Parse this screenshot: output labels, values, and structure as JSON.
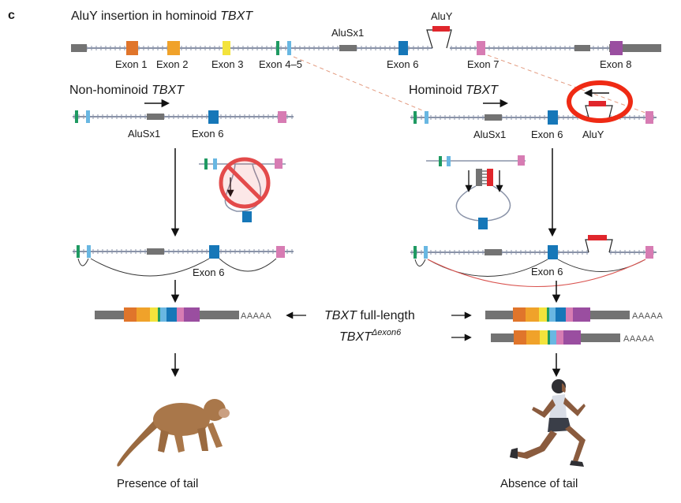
{
  "panel_letter": "c",
  "title_prefix": "AluY insertion in hominoid ",
  "gene": "TBXT",
  "top_labels": {
    "aluy": "AluY",
    "alusx1": "AluSx1",
    "exon1": "Exon 1",
    "exon2": "Exon 2",
    "exon3": "Exon 3",
    "exon45": "Exon 4–5",
    "exon6": "Exon 6",
    "exon7": "Exon 7",
    "exon8": "Exon 8"
  },
  "left": {
    "title_prefix": "Non-hominoid ",
    "gene": "TBXT",
    "alusx1": "AluSx1",
    "exon6": "Exon 6",
    "spliced_exon6": "Exon 6",
    "polyA": "AAAAA",
    "caption": "Presence of tail",
    "animal_icon": "monkey-silhouette"
  },
  "right": {
    "title_prefix": "Hominoid ",
    "gene": "TBXT",
    "alusx1": "AluSx1",
    "exon6": "Exon 6",
    "aluy": "AluY",
    "spliced_exon6": "Exon 6",
    "polyA_full": "AAAAA",
    "polyA_delta": "AAAAA",
    "caption": "Absence of tail",
    "animal_icon": "runner-silhouette"
  },
  "middle": {
    "full_gene": "TBXT",
    "full_suffix": " full-length",
    "delta_gene": "TBXT",
    "delta_sup": "Δexon6"
  },
  "colors": {
    "exon1": "#e0752b",
    "exon2": "#f0a22a",
    "exon3": "#f3e33c",
    "exon4": "#1f9a62",
    "exon5": "#69b7e2",
    "exon6": "#1677b8",
    "exon7": "#d77cb3",
    "exon8": "#9a4ea0",
    "alu": "#737373",
    "aluy": "#e0262c",
    "highlight": "#ef2a14",
    "backbone": "#8a93a8",
    "monkey": "#a9774a",
    "runner_skin": "#8a5b3e"
  }
}
